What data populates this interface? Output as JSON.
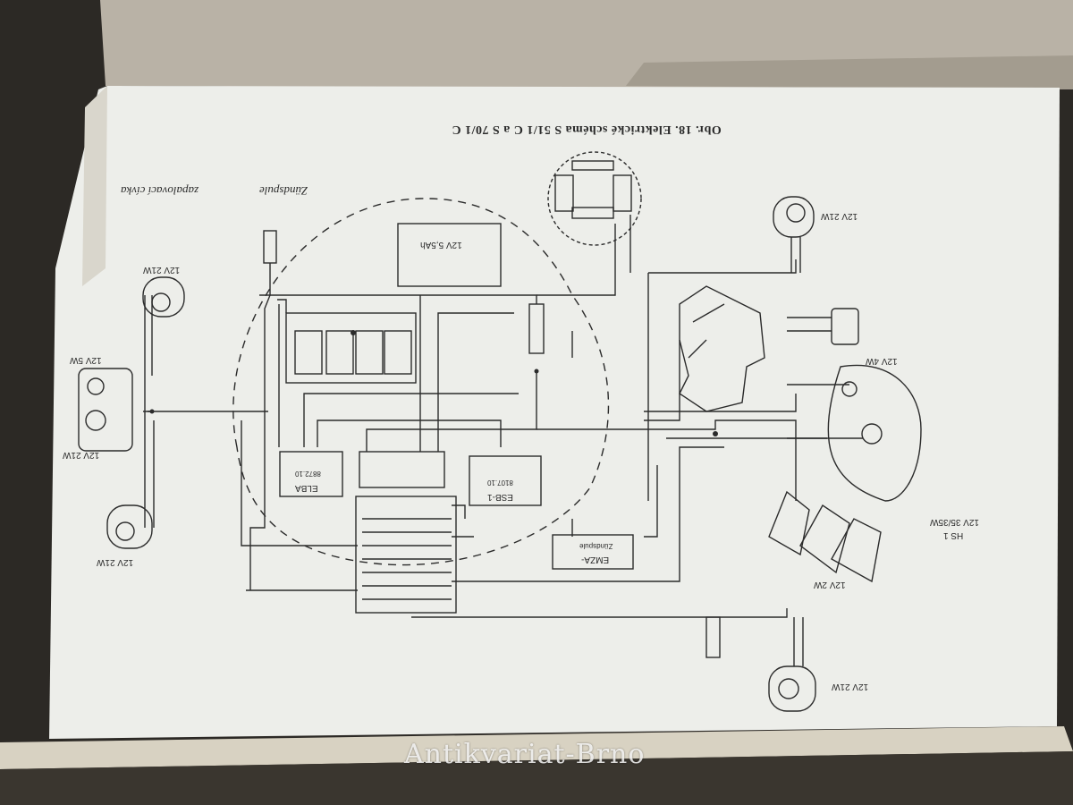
{
  "caption": "Obr. 18.  Elektrické schéma S 51/1 C a S 70/1 C",
  "coil_labels": {
    "cz": "zapalovací cívka",
    "de": "Zündspule"
  },
  "lamps": {
    "rear_top": "12V 21W",
    "rear_5w": "12V 5W",
    "rear_21w": "12V 21W",
    "rear_bottom": "12V 21W",
    "front_top_right": "12V 21W",
    "front_bottom_right": "12V 21W",
    "headlamp": "12V 35/35W",
    "headlamp_code": "HS 1",
    "parking": "12V 4W",
    "instrument": "12V 2W"
  },
  "components": {
    "battery": "12V 5,5Ah",
    "elba": "ELBA",
    "elba_code": "8872.10",
    "esb": "ESB-1",
    "esb_code": "8107.10",
    "emza": "EMZA-",
    "emza_sub": "Zündspule"
  },
  "watermark": "Antikvariat-Brno"
}
